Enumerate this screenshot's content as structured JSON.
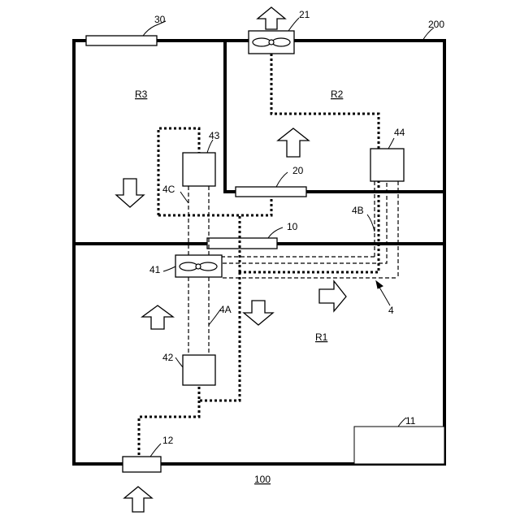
{
  "labels": {
    "house": "200",
    "floor": "100",
    "room_r1": "R1",
    "room_r2": "R2",
    "room_r3": "R3",
    "window_30": "30",
    "fan_21": "21",
    "vent_20": "20",
    "vent_10": "10",
    "unit_43": "43",
    "unit_44": "44",
    "unit_42": "42",
    "fan_41": "41",
    "duct_4a": "4A",
    "duct_4b": "4B",
    "duct_4c": "4C",
    "duct_system": "4",
    "device_11": "11",
    "inlet_12": "12"
  }
}
